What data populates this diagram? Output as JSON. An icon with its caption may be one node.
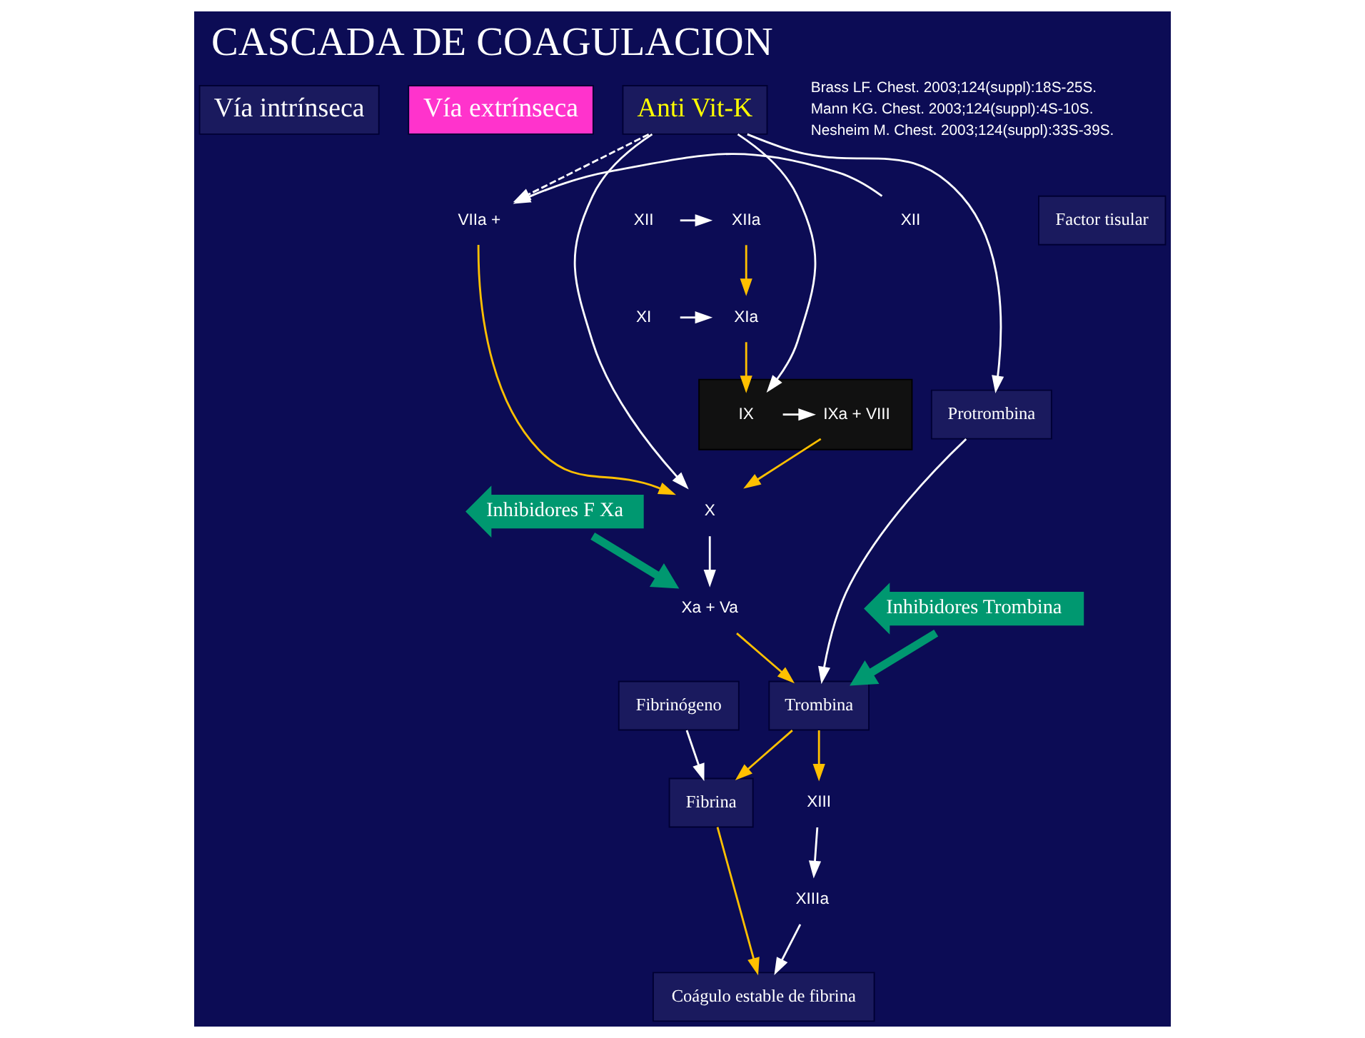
{
  "diagram": {
    "title": "CASCADA DE COAGULACION",
    "nodes": [
      {
        "text": [
          "Vía intrínseca"
        ]
      },
      {
        "text": [
          "Vía extrínseca"
        ]
      },
      {
        "text": [
          "XII"
        ]
      },
      {
        "text": [
          "XIIa"
        ]
      },
      {
        "text": [
          "XI"
        ]
      },
      {
        "text": [
          "XIa"
        ]
      },
      {
        "text": [],
        "shape": "box"
      },
      {
        "text": [
          "IX"
        ],
        "in": 6
      },
      {
        "text": [
          "IXa + VIII"
        ],
        "in": 6
      },
      {
        "text": [
          "XII"
        ]
      },
      {
        "text": [
          "VIIa +"
        ]
      },
      {
        "text": [
          "Factor tisular"
        ]
      },
      {
        "text": [
          "Anti Vit-K"
        ]
      },
      {
        "text": [
          "X"
        ]
      },
      {
        "text": [
          "Xa + Va"
        ]
      },
      {
        "text": [
          "Protrombina"
        ]
      },
      {
        "text": [
          "Trombina"
        ]
      },
      {
        "text": [
          "Fibrinógeno"
        ]
      },
      {
        "text": [
          "Fibrina"
        ]
      },
      {
        "text": [
          "XIII"
        ]
      },
      {
        "text": [
          "XIIIa"
        ]
      },
      {
        "text": [
          "Coágulo estable de fibrina"
        ]
      },
      {
        "text": [
          "Inhibidores F Xa"
        ]
      },
      {
        "text": [
          "Inhibidores Trombina"
        ]
      }
    ],
    "edges": [
      {
        "from": 2,
        "to": 3,
        "arrow": "to"
      },
      {
        "from": 3,
        "to": 5,
        "arrow": "to",
        "color": "#ffc000"
      },
      {
        "from": 4,
        "to": 5,
        "arrow": "to"
      },
      {
        "from": 5,
        "to": 7,
        "arrow": "to",
        "color": "#ffc000"
      },
      {
        "from": 7,
        "to": 8,
        "arrow": "to"
      },
      {
        "from": 8,
        "to": 13,
        "arrow": "to",
        "color": "#ffc000"
      },
      {
        "from": 9,
        "to": 10,
        "arrow": "to"
      },
      {
        "from": 10,
        "to": 13,
        "arrow": "to",
        "color": "#ffc000"
      },
      {
        "from": 12,
        "to": 7,
        "arrow": "to"
      },
      {
        "from": 12,
        "to": 10,
        "arrow": "to",
        "style": "dashed"
      },
      {
        "from": 12,
        "to": 13,
        "arrow": "to"
      },
      {
        "from": 12,
        "to": 15,
        "arrow": "to"
      },
      {
        "from": 13,
        "to": 14,
        "arrow": "to"
      },
      {
        "from": 14,
        "to": 16,
        "arrow": "to",
        "color": "#ffc000"
      },
      {
        "from": 15,
        "to": 16,
        "arrow": "to"
      },
      {
        "from": 16,
        "to": 18,
        "arrow": "to",
        "color": "#ffc000"
      },
      {
        "from": 16,
        "to": 19,
        "arrow": "to",
        "color": "#ffc000"
      },
      {
        "from": 17,
        "to": 18,
        "arrow": "to"
      },
      {
        "from": 18,
        "to": 21,
        "arrow": "to",
        "color": "#ffc000"
      },
      {
        "from": 19,
        "to": 20,
        "arrow": "to"
      },
      {
        "from": 20,
        "to": 21,
        "arrow": "to"
      },
      {
        "from": 22,
        "to": 14,
        "arrow": "to",
        "style": "thick",
        "color": "#009870"
      },
      {
        "from": 23,
        "to": 16,
        "arrow": "to",
        "style": "thick",
        "color": "#009870"
      }
    ],
    "labels": [
      "Brass LF. Chest. 2003;124(suppl):18S-25S.",
      "Mann KG. Chest. 2003;124(suppl):4S-10S.",
      "Nesheim M. Chest. 2003;124(suppl):33S-39S."
    ]
  }
}
